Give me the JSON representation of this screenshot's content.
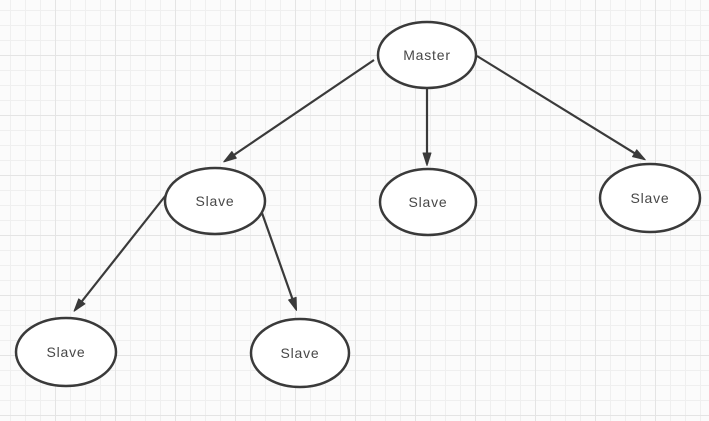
{
  "diagram": {
    "type": "tree",
    "nodes": [
      {
        "id": "master",
        "label": "Master",
        "shape": "ellipse"
      },
      {
        "id": "slave-1",
        "label": "Slave",
        "shape": "ellipse"
      },
      {
        "id": "slave-2",
        "label": "Slave",
        "shape": "ellipse"
      },
      {
        "id": "slave-3",
        "label": "Slave",
        "shape": "ellipse"
      },
      {
        "id": "slave-1-1",
        "label": "Slave",
        "shape": "ellipse"
      },
      {
        "id": "slave-1-2",
        "label": "Slave",
        "shape": "ellipse"
      }
    ],
    "edges": [
      {
        "from": "master",
        "to": "slave-1",
        "arrow": "filled-triangle"
      },
      {
        "from": "master",
        "to": "slave-2",
        "arrow": "filled-triangle"
      },
      {
        "from": "master",
        "to": "slave-3",
        "arrow": "filled-triangle"
      },
      {
        "from": "slave-1",
        "to": "slave-1-1",
        "arrow": "filled-triangle"
      },
      {
        "from": "slave-1",
        "to": "slave-1-2",
        "arrow": "filled-triangle"
      }
    ],
    "colors": {
      "stroke": "#3a3a3a",
      "label_text": "#474747",
      "node_fill": "#ffffff",
      "canvas_background": "#fbfbfb",
      "grid_minor": "#efefef",
      "grid_major": "#e4e4e4"
    }
  }
}
